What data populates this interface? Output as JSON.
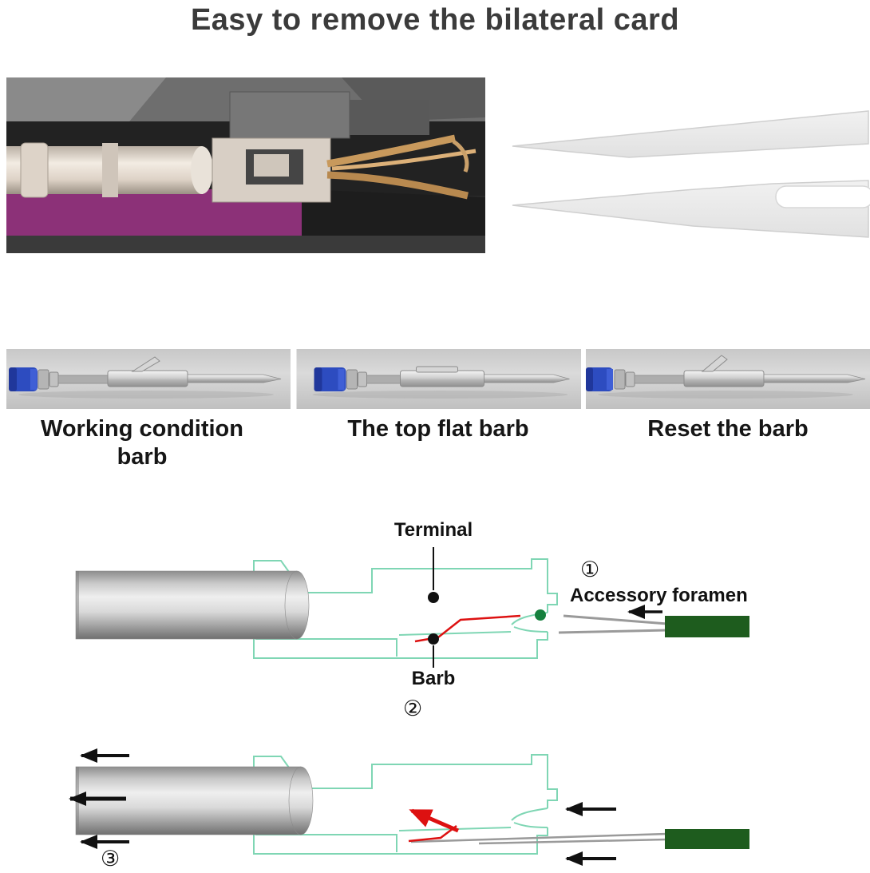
{
  "title": "Easy to remove the bilateral card",
  "photo_strip": {
    "captions": {
      "working": "Working condition barb",
      "flat": "The top flat barb",
      "reset": "Reset the barb"
    }
  },
  "removal_diagram": {
    "terminal_label": "Terminal",
    "step1_marker": "①",
    "accessory_label": "Accessory foramen",
    "barb_label": "Barb",
    "step2_marker": "②"
  },
  "extraction_diagram": {
    "step3_marker": "③"
  },
  "colors": {
    "housing_outline": "#7fd6b4",
    "barb_red": "#dd1111",
    "tool_handle_green": "#1e5c1e",
    "seal_blue": "#2d4cc0",
    "title_text": "#3b3b3b"
  }
}
